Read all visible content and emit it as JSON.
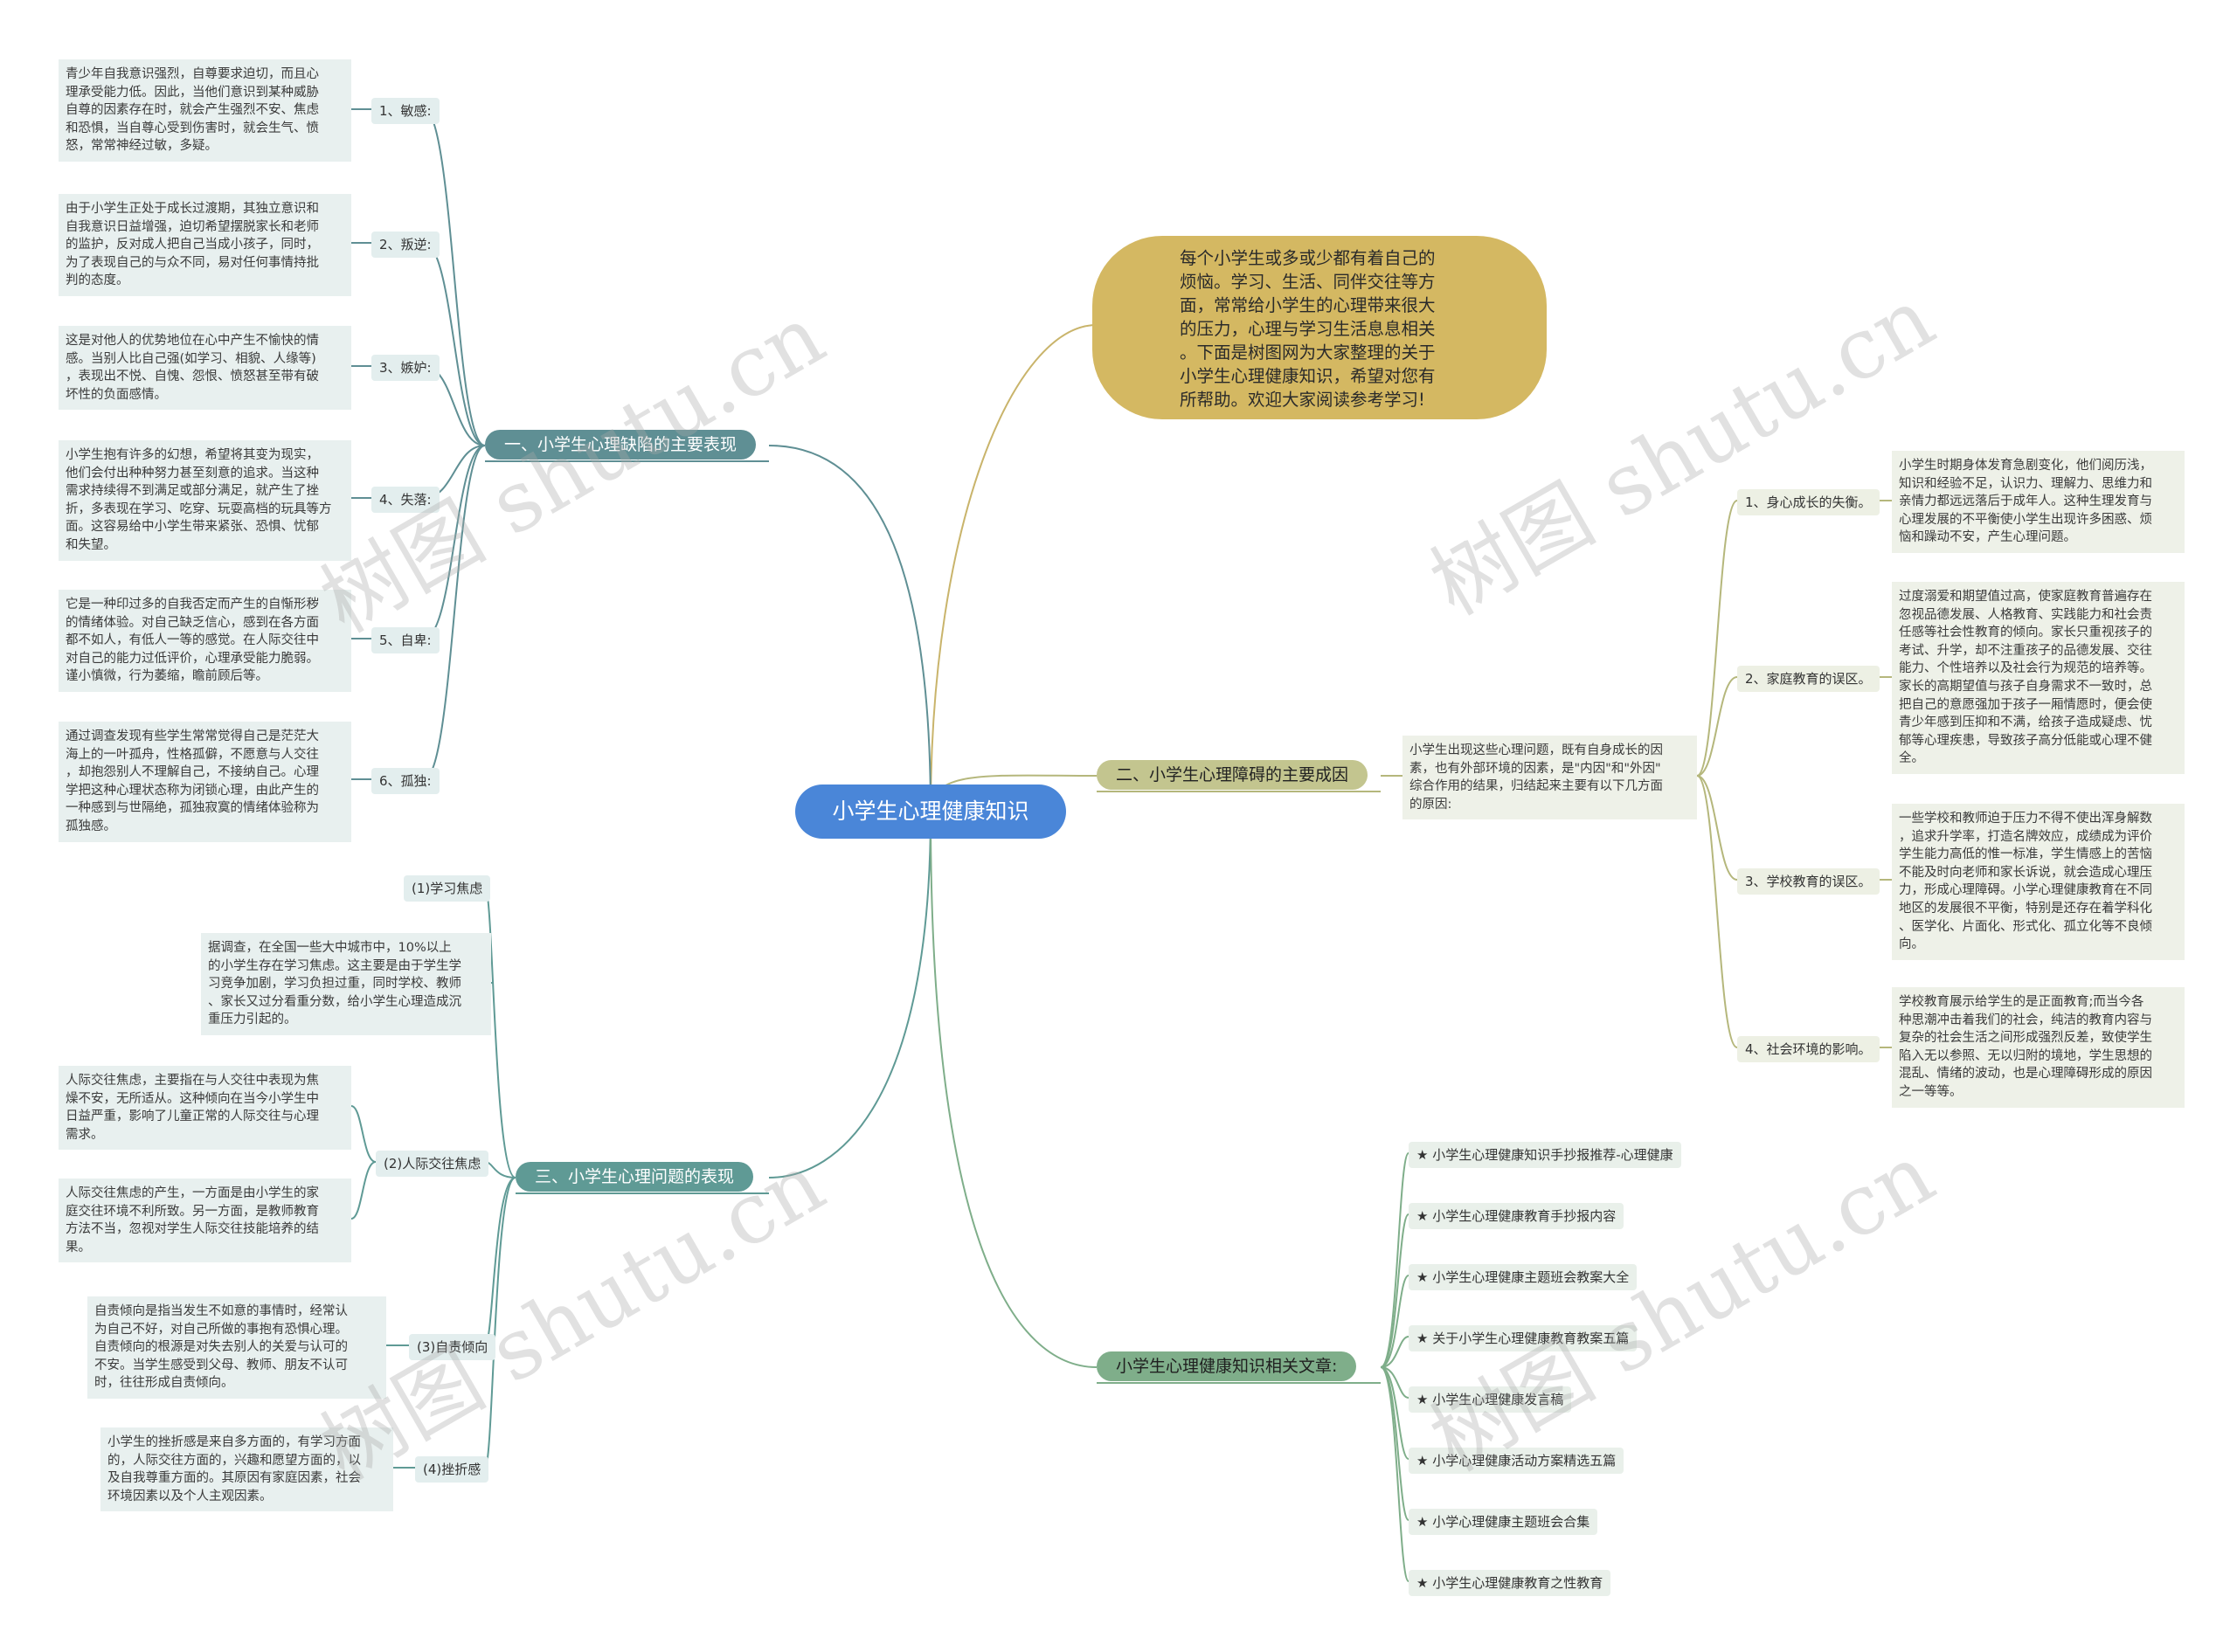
{
  "root": "小学生心理健康知识",
  "intro": "每个小学生或多或少都有着自己的\n烦恼。学习、生活、同伴交往等方\n面，常常给小学生的心理带来很大\n的压力，心理与学习生活息息相关\n。下面是树图网为大家整理的关于\n小学生心理健康知识，希望对您有\n所帮助。欢迎大家阅读参考学习!",
  "watermark": "树图 shutu.cn",
  "b1": {
    "title": "一、小学生心理缺陷的主要表现",
    "items": [
      {
        "label": "1、敏感:",
        "text": "青少年自我意识强烈，自尊要求迫切，而且心\n理承受能力低。因此，当他们意识到某种威胁\n自尊的因素存在时，就会产生强烈不安、焦虑\n和恐惧，当自尊心受到伤害时，就会生气、愤\n怒，常常神经过敏，多疑。"
      },
      {
        "label": "2、叛逆:",
        "text": "由于小学生正处于成长过渡期，其独立意识和\n自我意识日益增强，迫切希望摆脱家长和老师\n的监护，反对成人把自己当成小孩子，同时，\n为了表现自己的与众不同，易对任何事情持批\n判的态度。"
      },
      {
        "label": "3、嫉妒:",
        "text": "这是对他人的优势地位在心中产生不愉快的情\n感。当别人比自己强(如学习、相貌、人缘等)\n，表现出不悦、自愧、怨恨、愤怒甚至带有破\n坏性的负面感情。"
      },
      {
        "label": "4、失落:",
        "text": "小学生抱有许多的幻想，希望将其变为现实，\n他们会付出种种努力甚至刻意的追求。当这种\n需求持续得不到满足或部分满足，就产生了挫\n折，多表现在学习、吃穿、玩耍高档的玩具等方\n面。这容易给中小学生带来紧张、恐惧、忧郁\n和失望。"
      },
      {
        "label": "5、自卑:",
        "text": "它是一种印过多的自我否定而产生的自惭形秽\n的情绪体验。对自己缺乏信心，感到在各方面\n都不如人，有低人一等的感觉。在人际交往中\n对自己的能力过低评价，心理承受能力脆弱。\n谨小慎微，行为萎缩，瞻前顾后等。"
      },
      {
        "label": "6、孤独:",
        "text": "通过调查发现有些学生常常觉得自己是茫茫大\n海上的一叶孤舟，性格孤僻，不愿意与人交往\n，却抱怨别人不理解自己，不接纳自己。心理\n学把这种心理状态称为闭锁心理，由此产生的\n一种感到与世隔绝，孤独寂寞的情绪体验称为\n孤独感。"
      }
    ]
  },
  "b2": {
    "title": "二、小学生心理障碍的主要成因",
    "summary": "小学生出现这些心理问题，既有自身成长的因\n素，也有外部环境的因素，是\"内因\"和\"外因\"\n综合作用的结果，归结起来主要有以下几方面\n的原因:",
    "items": [
      {
        "label": "1、身心成长的失衡。",
        "text": "小学生时期身体发育急剧变化，他们阅历浅，\n知识和经验不足，认识力、理解力、思维力和\n亲情力都远远落后于成年人。这种生理发育与\n心理发展的不平衡使小学生出现许多困惑、烦\n恼和躁动不安，产生心理问题。"
      },
      {
        "label": "2、家庭教育的误区。",
        "text": "过度溺爱和期望值过高，使家庭教育普遍存在\n忽视品德发展、人格教育、实践能力和社会责\n任感等社会性教育的倾向。家长只重视孩子的\n考试、升学，却不注重孩子的品德发展、交往\n能力、个性培养以及社会行为规范的培养等。\n家长的高期望值与孩子自身需求不一致时，总\n把自己的意愿强加于孩子一厢情愿时，便会使\n青少年感到压抑和不满，给孩子造成疑虑、忧\n郁等心理疾患，导致孩子高分低能或心理不健\n全。"
      },
      {
        "label": "3、学校教育的误区。",
        "text": "一些学校和教师迫于压力不得不使出浑身解数\n，追求升学率，打造名牌效应，成绩成为评价\n学生能力高低的惟一标准，学生情感上的苦恼\n不能及时向老师和家长诉说，就会造成心理压\n力，形成心理障碍。小学心理健康教育在不同\n地区的发展很不平衡，特别是还存在着学科化\n、医学化、片面化、形式化、孤立化等不良倾\n向。"
      },
      {
        "label": "4、社会环境的影响。",
        "text": "学校教育展示给学生的是正面教育;而当今各\n种思潮冲击着我们的社会，纯洁的教育内容与\n复杂的社会生活之间形成强烈反差，致使学生\n陷入无以参照、无以归附的境地，学生思想的\n混乱、情绪的波动，也是心理障碍形成的原因\n之一等等。"
      }
    ]
  },
  "b3": {
    "title": "三、小学生心理问题的表现",
    "items": [
      {
        "label": "(1)学习焦虑",
        "texts": [
          "据调查，在全国一些大中城市中，10%以上\n的小学生存在学习焦虑。这主要是由于学生学\n习竞争加剧，学习负担过重，同时学校、教师\n、家长又过分看重分数，给小学生心理造成沉\n重压力引起的。"
        ]
      },
      {
        "label": "(2)人际交往焦虑",
        "texts": [
          "人际交往焦虑，主要指在与人交往中表现为焦\n燥不安，无所适从。这种倾向在当今小学生中\n日益严重，影响了儿童正常的人际交往与心理\n需求。",
          "人际交往焦虑的产生，一方面是由小学生的家\n庭交往环境不利所致。另一方面，是教师教育\n方法不当，忽视对学生人际交往技能培养的结\n果。"
        ]
      },
      {
        "label": "(3)自责倾向",
        "texts": [
          "自责倾向是指当发生不如意的事情时，经常认\n为自己不好，对自己所做的事抱有恐惧心理。\n自责倾向的根源是对失去别人的关爱与认可的\n不安。当学生感受到父母、教师、朋友不认可\n时，往往形成自责倾向。"
        ]
      },
      {
        "label": "(4)挫折感",
        "texts": [
          "小学生的挫折感是来自多方面的，有学习方面\n的，人际交往方面的，兴趣和愿望方面的，以\n及自我尊重方面的。其原因有家庭因素，社会\n环境因素以及个人主观因素。"
        ]
      }
    ]
  },
  "b4": {
    "title": "小学生心理健康知识相关文章:",
    "links": [
      "★ 小学生心理健康知识手抄报推荐-心理健康",
      "★ 小学生心理健康教育手抄报内容",
      "★ 小学生心理健康主题班会教案大全",
      "★ 关于小学生心理健康教育教案五篇",
      "★ 小学生心理健康发言稿",
      "★ 小学心理健康活动方案精选五篇",
      "★ 小学心理健康主题班会合集",
      "★ 小学生心理健康教育之性教育"
    ]
  },
  "colors": {
    "root": "#4a86d8",
    "intro": "#d4b862",
    "branch1": "#5f8f94",
    "branch2": "#b5b77c",
    "branch3": "#5f9a95",
    "branch4": "#7fae8a"
  }
}
